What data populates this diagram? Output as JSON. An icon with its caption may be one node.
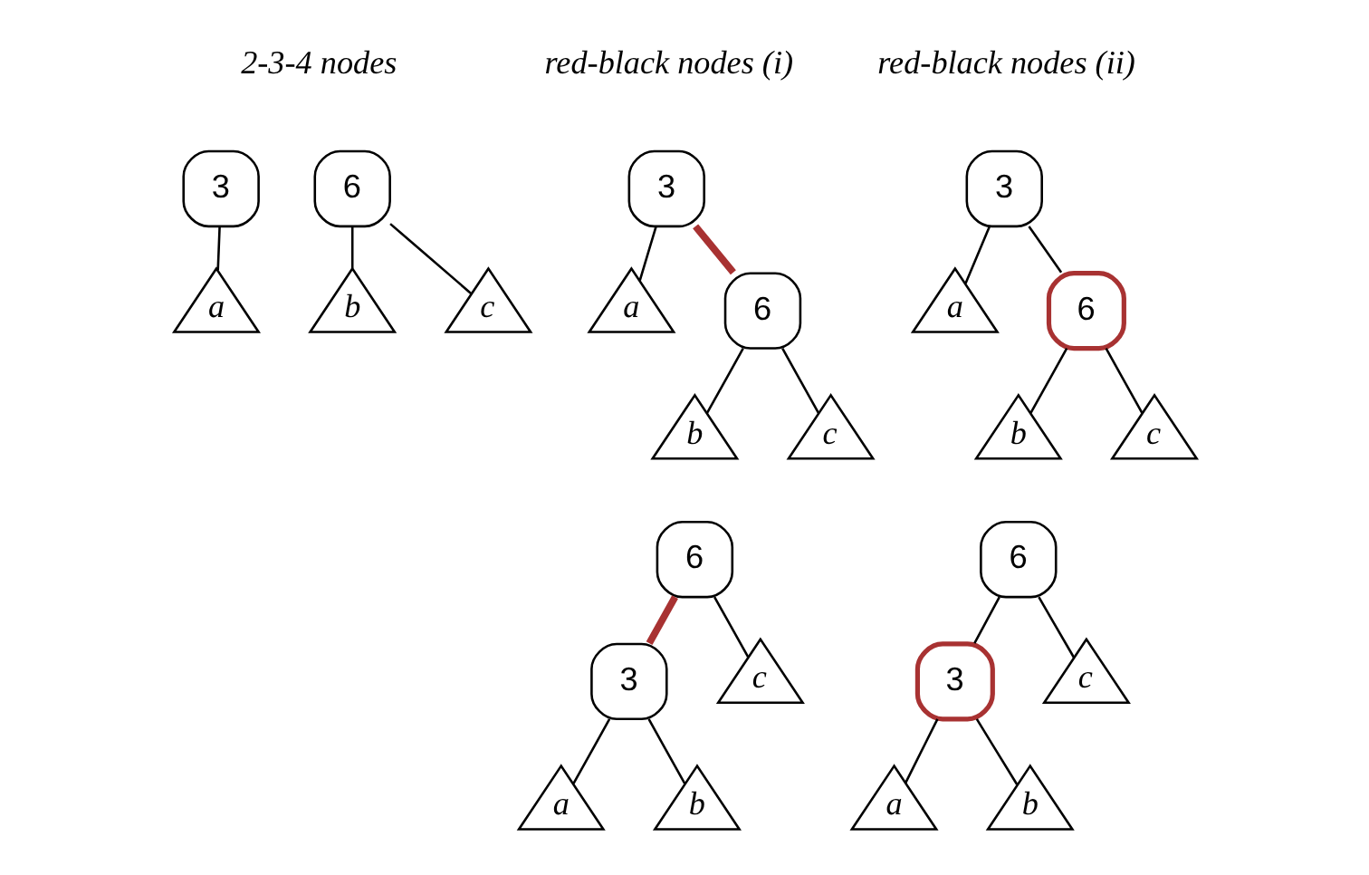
{
  "diagram": {
    "nodes": [
      {
        "text": [
          "3"
        ]
      },
      {
        "text": [
          "6"
        ]
      },
      {
        "text": [
          "a"
        ]
      },
      {
        "text": [
          "b"
        ]
      },
      {
        "text": [
          "c"
        ]
      },
      {
        "text": [
          "3"
        ]
      },
      {
        "text": [
          "a"
        ]
      },
      {
        "text": [
          "6"
        ]
      },
      {
        "text": [
          "b"
        ]
      },
      {
        "text": [
          "c"
        ]
      },
      {
        "text": [
          "3"
        ]
      },
      {
        "text": [
          "a"
        ]
      },
      {
        "text": [
          "6"
        ]
      },
      {
        "text": [
          "b"
        ]
      },
      {
        "text": [
          "c"
        ]
      },
      {
        "text": [
          "6"
        ]
      },
      {
        "text": [
          "3"
        ]
      },
      {
        "text": [
          "c"
        ]
      },
      {
        "text": [
          "a"
        ]
      },
      {
        "text": [
          "b"
        ]
      },
      {
        "text": [
          "6"
        ]
      },
      {
        "text": [
          "3"
        ]
      },
      {
        "text": [
          "c"
        ]
      },
      {
        "text": [
          "a"
        ]
      },
      {
        "text": [
          "b"
        ]
      }
    ],
    "edges": [
      {
        "from": 0,
        "to": 2,
        "arrow": "none"
      },
      {
        "from": 1,
        "to": 3,
        "arrow": "none"
      },
      {
        "from": 1,
        "to": 4,
        "arrow": "none"
      },
      {
        "from": 5,
        "to": 6,
        "arrow": "none"
      },
      {
        "from": 5,
        "to": 7,
        "arrow": "none",
        "style": "thick",
        "color": "#a83232"
      },
      {
        "from": 7,
        "to": 8,
        "arrow": "none"
      },
      {
        "from": 7,
        "to": 9,
        "arrow": "none"
      },
      {
        "from": 10,
        "to": 11,
        "arrow": "none"
      },
      {
        "from": 10,
        "to": 12,
        "arrow": "none"
      },
      {
        "from": 12,
        "to": 13,
        "arrow": "none"
      },
      {
        "from": 12,
        "to": 14,
        "arrow": "none"
      },
      {
        "from": 15,
        "to": 16,
        "arrow": "none",
        "style": "thick",
        "color": "#a83232"
      },
      {
        "from": 15,
        "to": 17,
        "arrow": "none"
      },
      {
        "from": 16,
        "to": 18,
        "arrow": "none"
      },
      {
        "from": 16,
        "to": 19,
        "arrow": "none"
      },
      {
        "from": 20,
        "to": 21,
        "arrow": "none"
      },
      {
        "from": 20,
        "to": 22,
        "arrow": "none"
      },
      {
        "from": 21,
        "to": 23,
        "arrow": "none"
      },
      {
        "from": 21,
        "to": 24,
        "arrow": "none"
      }
    ],
    "labels": [
      "2-3-4 nodes",
      "red-black nodes (i)",
      "red-black nodes (ii)"
    ]
  }
}
